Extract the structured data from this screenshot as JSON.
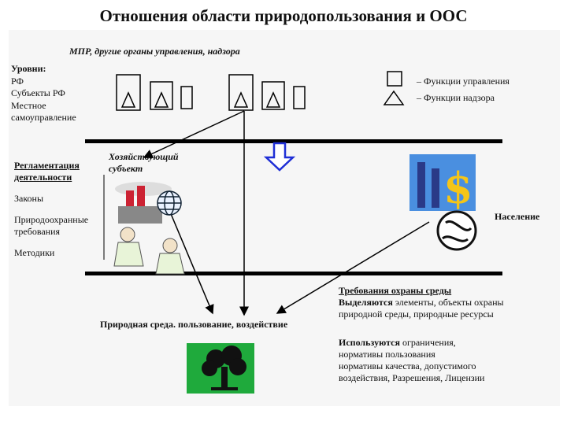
{
  "title": "Отношения области природопользования  и ООС",
  "top_label": "МПР, другие органы управления, надзора",
  "levels": {
    "heading": "Уровни:",
    "items": [
      "РФ",
      "Субъекты РФ",
      "Местное",
      "самоуправление"
    ]
  },
  "legend": {
    "management": "– Функции управления",
    "supervision": "– Функции надзора"
  },
  "left_col": {
    "regulation_line1": "Регламентация",
    "regulation_line2": "деятельности",
    "laws": "Законы",
    "env_req_line1": "Природоохранные",
    "env_req_line2": "требования",
    "methods": "Методики"
  },
  "subject_line1": "Хозяйствующий",
  "subject_line2": "субъект",
  "population": "Население",
  "nature": "Природная среда. пользование, воздействие",
  "requirements": {
    "heading": "Требования охраны среды",
    "allocated_bold": "Выделяются",
    "allocated_rest": " элементы, объекты охраны",
    "allocated_line2": "природной среды, природные ресурсы",
    "used_bold": "Используются",
    "used_rest": " ограничения,",
    "used_lines": [
      "нормативы пользования",
      "нормативы качества, допустимого",
      "воздействия, Разрешения, Лицензии"
    ]
  },
  "colors": {
    "arrow_blue": "#1f2fd6",
    "tree_bg": "#1faa3c",
    "panel": "#f6f6f6"
  }
}
